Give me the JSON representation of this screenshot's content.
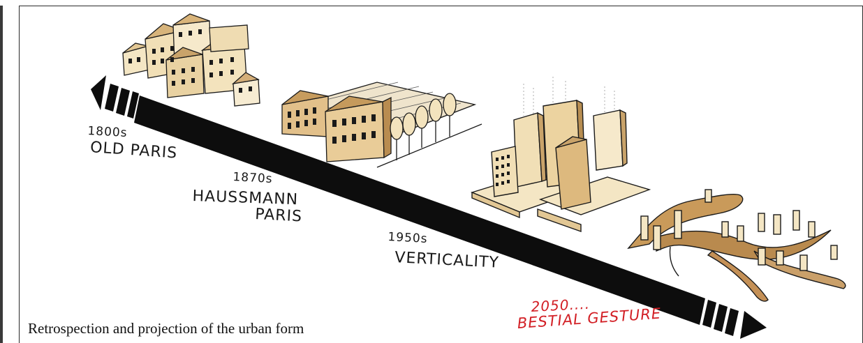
{
  "timeline": [
    {
      "year": "1800s",
      "era": "OLD PARIS"
    },
    {
      "year": "1870s",
      "era_line1": "HAUSSMANN",
      "era_line2": "PARIS"
    },
    {
      "year": "1950s",
      "era": "VERTICALITY"
    },
    {
      "year": "2050....",
      "era": "BESTIAL GESTURE"
    }
  ],
  "caption": "Retrospection and projection of the urban form",
  "colors": {
    "ink": "#111111",
    "building_fill": "#f1dfb6",
    "building_shade": "#c9a36a",
    "future_accent": "#d21e24"
  }
}
